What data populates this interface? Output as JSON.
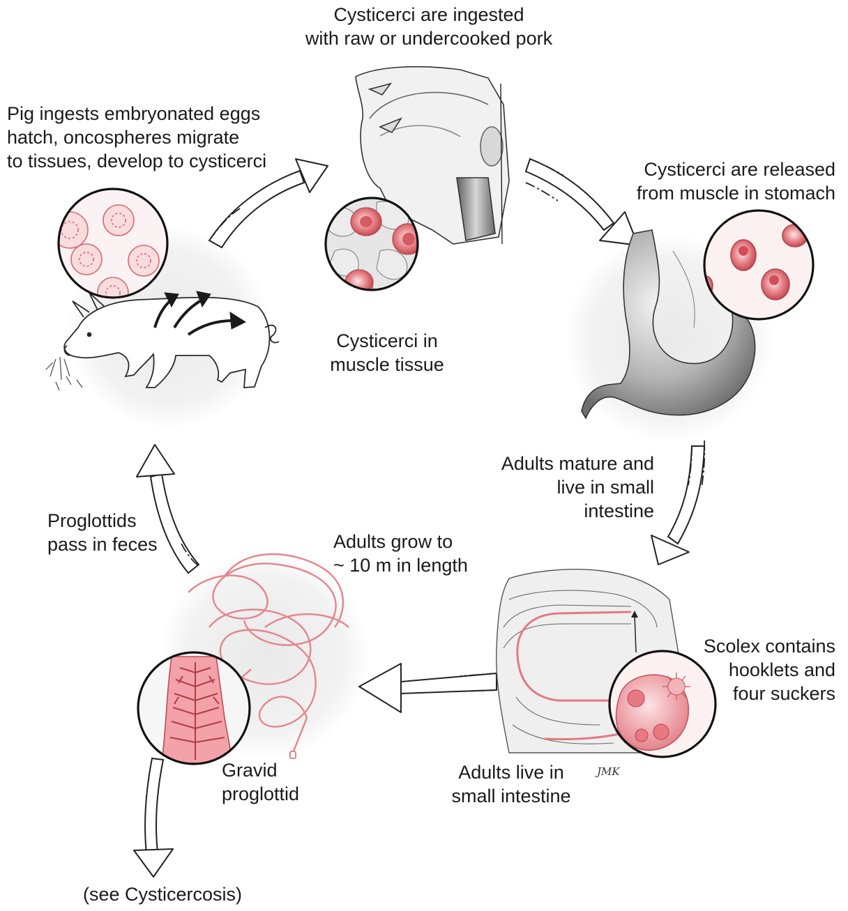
{
  "labels": {
    "ingested": "Cysticerci are ingested\nwith raw or undercooked pork",
    "pig_ingests": "Pig ingests embryonated eggs\nhatch, oncospheres migrate\nto tissues, develop to cysticerci",
    "released": "Cysticerci are released\nfrom muscle in stomach",
    "muscle_tissue": "Cysticerci in\nmuscle tissue",
    "adults_mature": "Adults mature and\nlive in small\nintestine",
    "proglottids_feces": "Proglottids\npass in feces",
    "adults_grow": "Adults grow to\n~ 10 m in length",
    "scolex": "Scolex contains\nhooklets and\nfour suckers",
    "gravid": "Gravid\nproglottid",
    "adults_live": "Adults live in\nsmall intestine",
    "see_cysticercosis": "(see Cysticercosis)",
    "signature": "JMK"
  },
  "colors": {
    "cyst_red": "#e0646c",
    "cyst_pink": "#f7d3d5",
    "worm_red": "#e07a82",
    "organ_gray": "#9a9a9a",
    "outline": "#222222"
  }
}
